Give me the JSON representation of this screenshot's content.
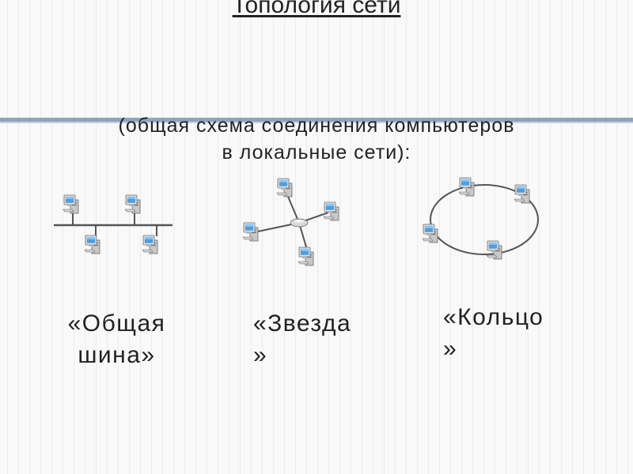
{
  "slide": {
    "title": "Топология сети",
    "subtitle_line1": "(общая схема соединения компьютеров",
    "subtitle_line2": "в локальные сети):"
  },
  "topologies": [
    {
      "id": "bus",
      "label_line1": "«Общая",
      "label_line2": "шина»",
      "computers": 4
    },
    {
      "id": "star",
      "label_line1": "«Звезда",
      "label_line2": "»",
      "computers": 4
    },
    {
      "id": "ring",
      "label_line1": "«Кольцо",
      "label_line2": "»",
      "computers": 4
    }
  ],
  "icons": {
    "computer": "computer-icon",
    "hub": "hub-icon"
  },
  "colors": {
    "accent_bar": "#8fa3bd",
    "screen": "#4f9ee0",
    "cable": "#555555"
  }
}
